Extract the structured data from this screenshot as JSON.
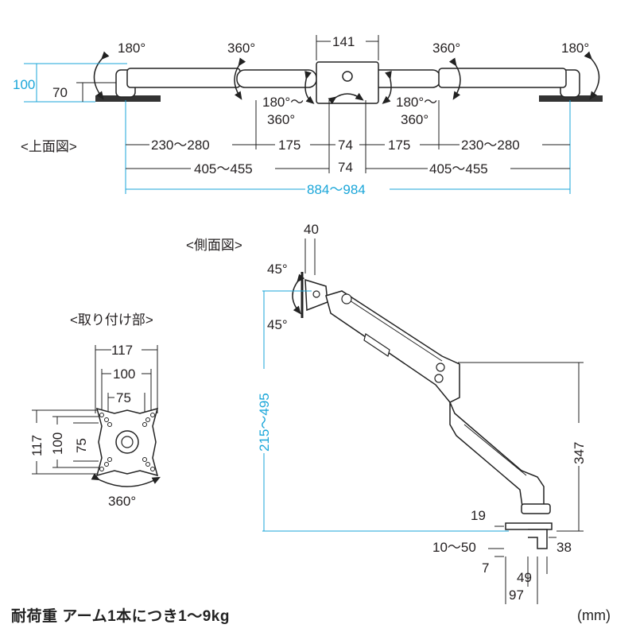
{
  "top_view": {
    "title": "<上面図>",
    "rot_left_outer": "180°",
    "rot_right_outer": "180°",
    "rot_left_mid": "360°",
    "rot_right_mid": "360°",
    "rot_left_inner_a": "180°～",
    "rot_left_inner_b": "360°",
    "rot_right_inner_a": "180°～",
    "rot_right_inner_b": "360°",
    "center_width": "141",
    "height_total": "100",
    "height_base": "70",
    "seg_left_outer": "230～280",
    "seg_left_inner": "175",
    "seg_center_a": "74",
    "seg_right_inner": "175",
    "seg_right_outer": "230～280",
    "span_left": "405～455",
    "span_center": "74",
    "span_right": "405～455",
    "total": "884～984"
  },
  "mount_view": {
    "title": "<取り付け部>",
    "w117": "117",
    "w100": "100",
    "w75": "75",
    "h117": "117",
    "h100": "100",
    "h75": "75",
    "rotation": "360°"
  },
  "side_view": {
    "title": "<側面図>",
    "depth": "40",
    "tilt_up": "45°",
    "tilt_down": "45°",
    "height_range": "215～495",
    "pole_height": "347",
    "clamp_top": "19",
    "clamp_range": "10～50",
    "clamp_bottom": "7",
    "clamp_side": "38",
    "base_49": "49",
    "base_97": "97"
  },
  "footer": {
    "load": "耐荷重 アーム1本につき1～9kg",
    "unit": "(mm)"
  },
  "colors": {
    "dimension": "#1aa6d9",
    "ink": "#231f20",
    "arrow": "#222222"
  }
}
